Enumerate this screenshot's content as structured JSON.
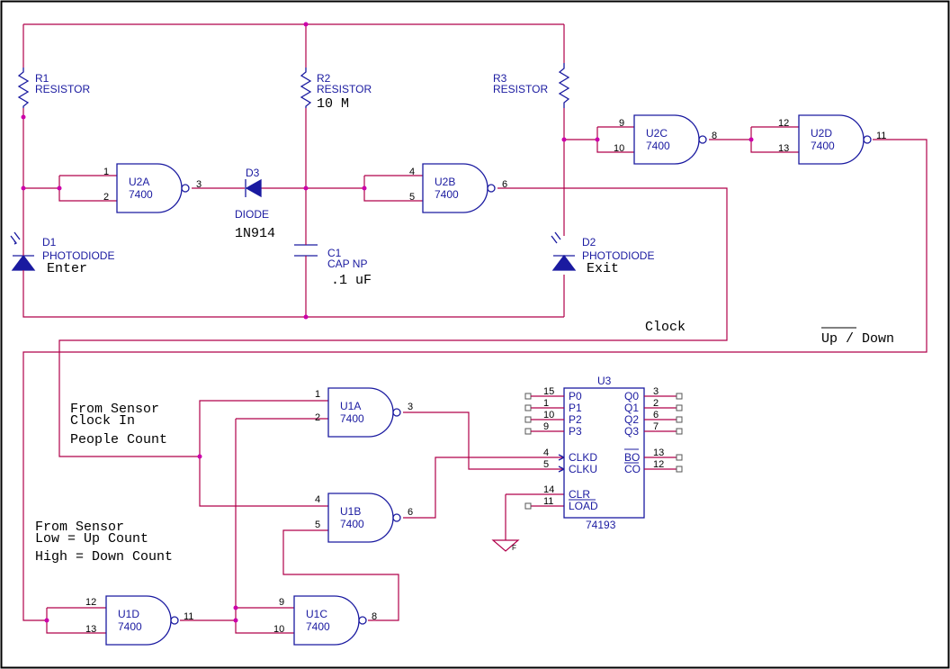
{
  "components": {
    "r1": {
      "ref": "R1",
      "type": "RESISTOR"
    },
    "r2": {
      "ref": "R2",
      "type": "RESISTOR",
      "value": "10 M"
    },
    "r3": {
      "ref": "R3",
      "type": "RESISTOR"
    },
    "d1": {
      "ref": "D1",
      "type": "PHOTODIODE",
      "note": "Enter"
    },
    "d2": {
      "ref": "D2",
      "type": "PHOTODIODE",
      "note": "Exit"
    },
    "d3": {
      "ref": "D3",
      "type": "DIODE",
      "value": "1N914"
    },
    "c1": {
      "ref": "C1",
      "type": "CAP NP",
      "value": ".1 uF"
    }
  },
  "gates": {
    "u2a": {
      "name": "U2A",
      "part": "7400",
      "in1": "1",
      "in2": "2",
      "out": "3"
    },
    "u2b": {
      "name": "U2B",
      "part": "7400",
      "in1": "4",
      "in2": "5",
      "out": "6"
    },
    "u2c": {
      "name": "U2C",
      "part": "7400",
      "in1": "9",
      "in2": "10",
      "out": "8"
    },
    "u2d": {
      "name": "U2D",
      "part": "7400",
      "in1": "12",
      "in2": "13",
      "out": "11"
    },
    "u1a": {
      "name": "U1A",
      "part": "7400",
      "in1": "1",
      "in2": "2",
      "out": "3"
    },
    "u1b": {
      "name": "U1B",
      "part": "7400",
      "in1": "4",
      "in2": "5",
      "out": "6"
    },
    "u1c": {
      "name": "U1C",
      "part": "7400",
      "in1": "9",
      "in2": "10",
      "out": "8"
    },
    "u1d": {
      "name": "U1D",
      "part": "7400",
      "in1": "12",
      "in2": "13",
      "out": "11"
    }
  },
  "counter": {
    "ref": "U3",
    "part": "74193",
    "left_pins": [
      {
        "num": "15",
        "name": "P0"
      },
      {
        "num": "1",
        "name": "P1"
      },
      {
        "num": "10",
        "name": "P2"
      },
      {
        "num": "9",
        "name": "P3"
      },
      {
        "num": "4",
        "name": "CLKD"
      },
      {
        "num": "5",
        "name": "CLKU"
      },
      {
        "num": "14",
        "name": "CLR"
      },
      {
        "num": "11",
        "name": "LOAD"
      }
    ],
    "right_pins": [
      {
        "num": "3",
        "name": "Q0"
      },
      {
        "num": "2",
        "name": "Q1"
      },
      {
        "num": "6",
        "name": "Q2"
      },
      {
        "num": "7",
        "name": "Q3"
      },
      {
        "num": "13",
        "name": "BO"
      },
      {
        "num": "12",
        "name": "CO"
      }
    ]
  },
  "ground_label": "F",
  "notes": {
    "clock": "Clock",
    "updown": "Up / Down",
    "sensor_clock_1": "From Sensor",
    "sensor_clock_2": "Clock In",
    "people_count": "People Count",
    "sensor_mode_1": "From Sensor",
    "sensor_mode_2": "Low = Up Count",
    "sensor_mode_3": "High = Down Count"
  }
}
